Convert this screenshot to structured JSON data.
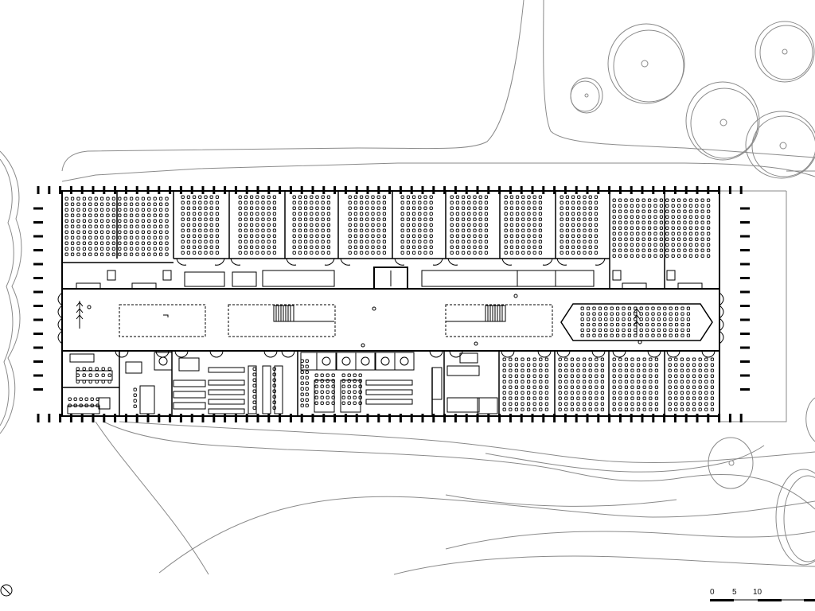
{
  "scale_bar": {
    "labels": [
      "0",
      "5",
      "10"
    ]
  },
  "colors": {
    "wall": "#000000",
    "terrain": "#8a8a8a",
    "background": "#ffffff"
  },
  "icons": {
    "north_arrow": "north-arrow-icon"
  }
}
